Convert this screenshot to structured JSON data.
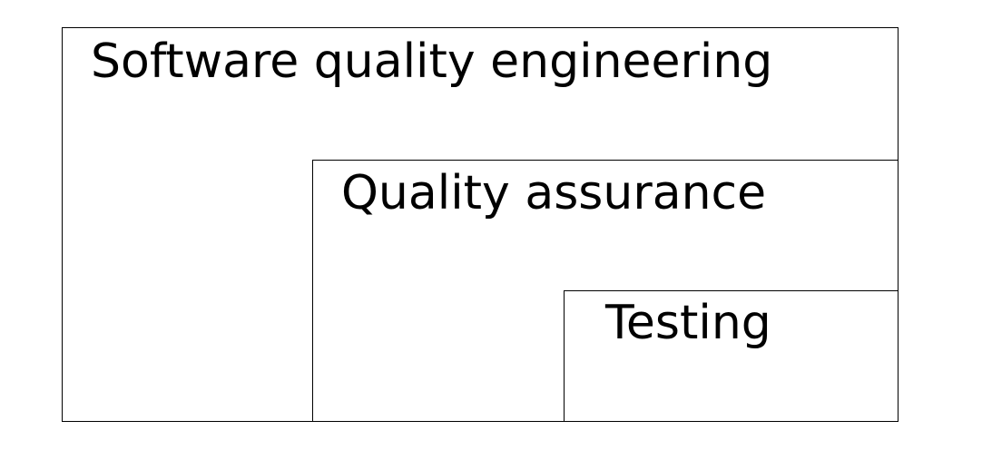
{
  "diagram": {
    "levels": [
      {
        "label": "Software quality engineering"
      },
      {
        "label": "Quality assurance"
      },
      {
        "label": "Testing"
      }
    ]
  }
}
